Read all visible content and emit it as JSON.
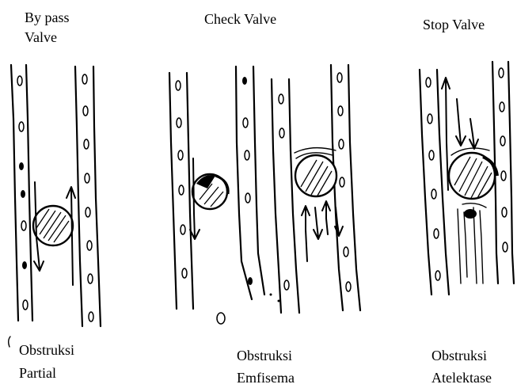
{
  "diagrams": [
    {
      "title_line1": "By pass",
      "title_line2": "Valve",
      "caption_line1": "Obstruksi",
      "caption_line2": "Partial"
    },
    {
      "title_line1": "Check Valve",
      "caption_line1": "Obstruksi",
      "caption_line2": "Emfisema"
    },
    {
      "title_line1": "Stop Valve",
      "caption_line1": "Obstruksi",
      "caption_line2": "Atelektase"
    }
  ]
}
